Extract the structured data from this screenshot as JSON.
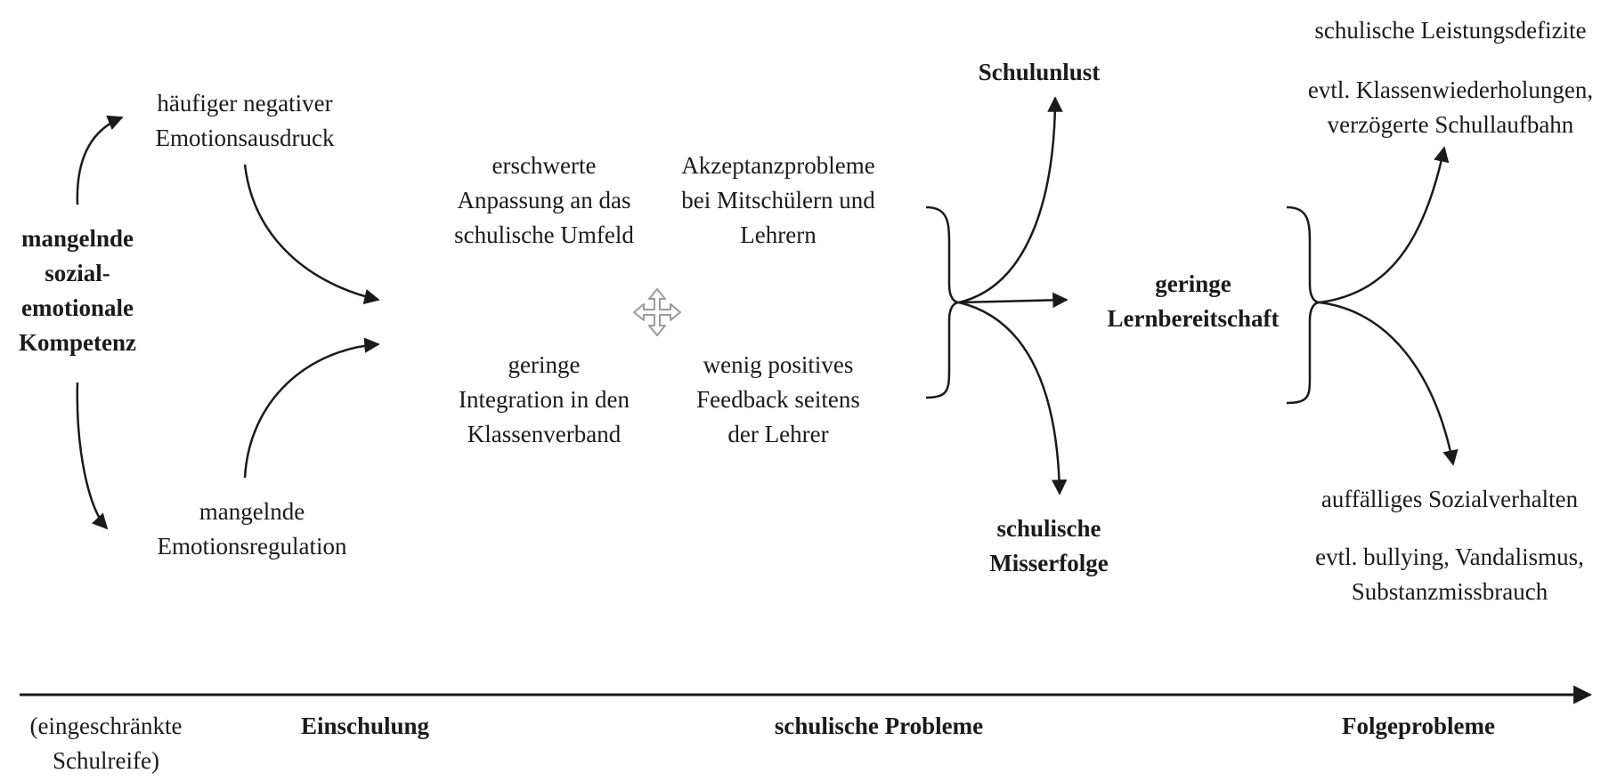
{
  "nodes": {
    "start": [
      "mangelnde",
      "sozial-",
      "emotionale",
      "Kompetenz"
    ],
    "emotion_expression": [
      "häufiger negativer",
      "Emotionsausdruck"
    ],
    "emotion_regulation": [
      "mangelnde",
      "Emotionsregulation"
    ],
    "adaptation": [
      "erschwerte",
      "Anpassung an das",
      "schulische Umfeld"
    ],
    "acceptance": [
      "Akzeptanzprobleme",
      "bei Mitschülern und",
      "Lehrern"
    ],
    "integration": [
      "geringe",
      "Integration in den",
      "Klassenverband"
    ],
    "feedback": [
      "wenig positives",
      "Feedback seitens",
      "der Lehrer"
    ],
    "school_reluctance": [
      "Schulunlust"
    ],
    "learning_readiness": [
      "geringe",
      "Lernbereitschaft"
    ],
    "school_failure": [
      "schulische",
      "Misserfolge"
    ],
    "performance_deficits": [
      "schulische Leistungsdefizite"
    ],
    "repetitions": [
      "evtl. Klassenwiederholungen,",
      "verzögerte Schullaufbahn"
    ],
    "social_behavior": [
      "auffälliges Sozialverhalten"
    ],
    "bullying": [
      "evtl. bullying, Vandalismus,",
      "Substanzmissbrauch"
    ]
  },
  "timeline": {
    "stage_0": [
      "(eingeschränkte",
      "Schulreife)"
    ],
    "stage_1": "Einschulung",
    "stage_2": "schulische Probleme",
    "stage_3": "Folgeprobleme"
  },
  "colors": {
    "ink": "#1a1a1a",
    "icon": "#9a9a9a"
  }
}
